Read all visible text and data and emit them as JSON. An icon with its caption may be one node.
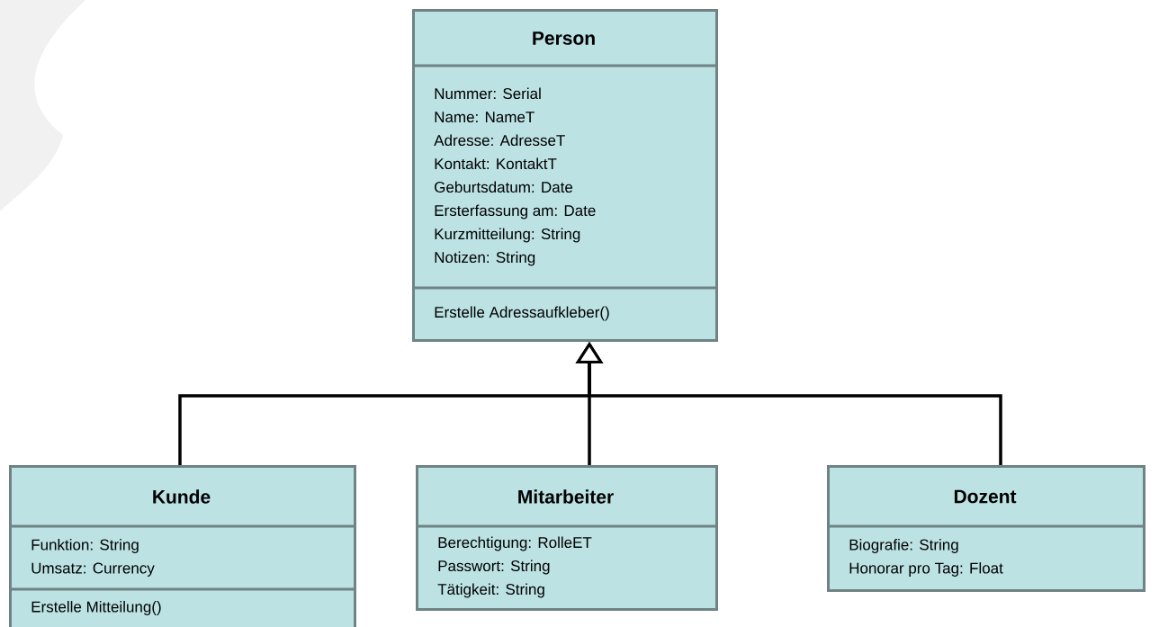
{
  "diagram": {
    "nodes": [
      {
        "text": [
          "Person",
          "Nummer: Serial",
          "Name: NameT",
          "Adresse: AdresseT",
          "Kontakt: KontaktT",
          "Geburtsdatum: Date",
          "Ersterfassung am: Date",
          "Kurzmitteilung: String",
          "Notizen: String",
          "Erstelle Adressaufkleber()"
        ]
      },
      {
        "text": [
          "Kunde",
          "Funktion: String",
          "Umsatz: Currency",
          "Erstelle Mitteilung()"
        ]
      },
      {
        "text": [
          "Mitarbeiter",
          "Berechtigung: RolleET",
          "Passwort: String",
          "Tätigkeit: String"
        ]
      },
      {
        "text": [
          "Dozent",
          "Biografie: String",
          "Honorar pro Tag: Float"
        ]
      }
    ],
    "edges": [
      {
        "from": 1,
        "to": 0,
        "arrow": "to"
      },
      {
        "from": 2,
        "to": 0,
        "arrow": "to"
      },
      {
        "from": 3,
        "to": 0,
        "arrow": "to"
      }
    ]
  }
}
